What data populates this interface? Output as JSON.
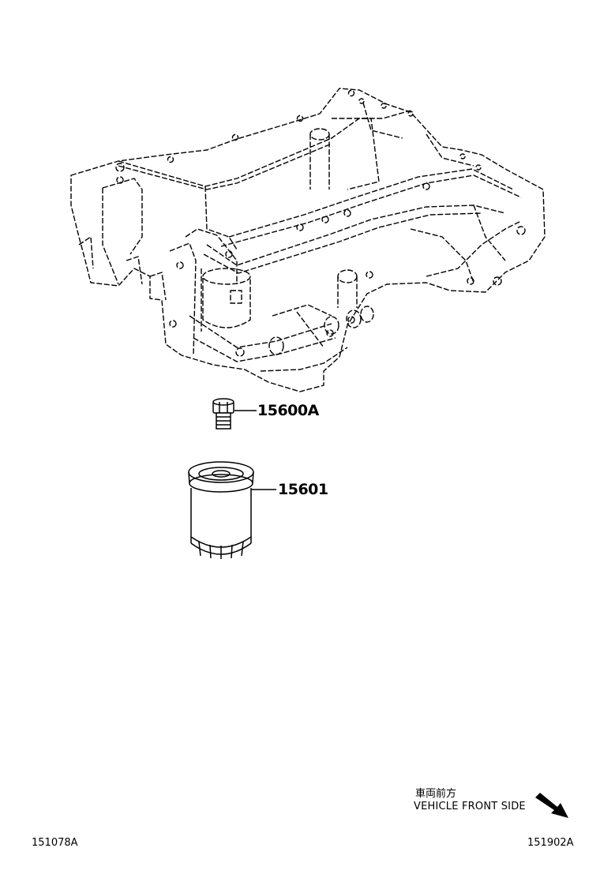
{
  "parts": {
    "drain_plug": {
      "number": "15600A"
    },
    "oil_filter": {
      "number": "15601"
    }
  },
  "direction": {
    "label_jp": "車両前方",
    "label_en": "VEHICLE FRONT SIDE"
  },
  "figure_codes": {
    "left": "151078A",
    "right": "151902A"
  }
}
